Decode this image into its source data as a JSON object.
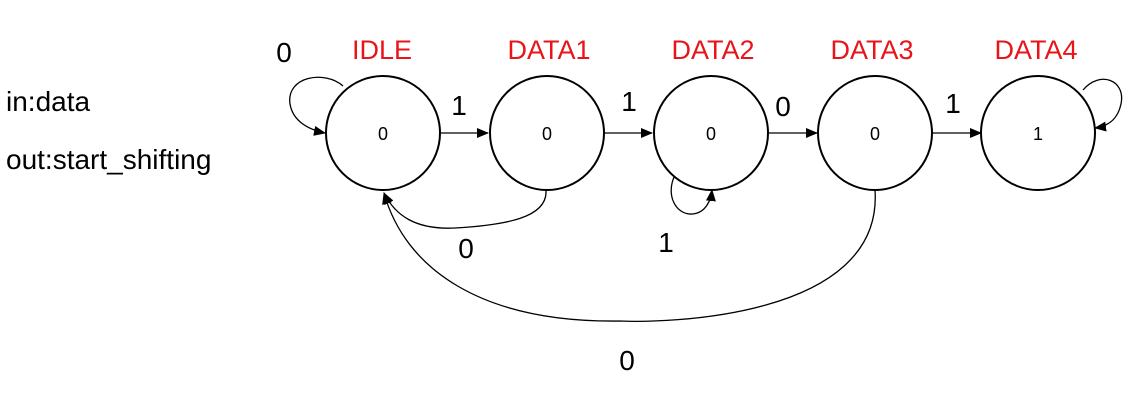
{
  "io": {
    "input_label": "in:data",
    "output_label": "out:start_shifting"
  },
  "colors": {
    "state_name": "#e8141a",
    "line": "#000000",
    "background": "#ffffff"
  },
  "states": [
    {
      "id": "IDLE",
      "name": "IDLE",
      "output": "0"
    },
    {
      "id": "DATA1",
      "name": "DATA1",
      "output": "0"
    },
    {
      "id": "DATA2",
      "name": "DATA2",
      "output": "0"
    },
    {
      "id": "DATA3",
      "name": "DATA3",
      "output": "0"
    },
    {
      "id": "DATA4",
      "name": "DATA4",
      "output": "1"
    }
  ],
  "transitions": [
    {
      "from": "IDLE",
      "to": "IDLE",
      "label": "0"
    },
    {
      "from": "IDLE",
      "to": "DATA1",
      "label": "1"
    },
    {
      "from": "DATA1",
      "to": "DATA2",
      "label": "1"
    },
    {
      "from": "DATA1",
      "to": "IDLE",
      "label": "0"
    },
    {
      "from": "DATA2",
      "to": "DATA3",
      "label": "0"
    },
    {
      "from": "DATA2",
      "to": "DATA2",
      "label": "1"
    },
    {
      "from": "DATA3",
      "to": "DATA4",
      "label": "1"
    },
    {
      "from": "DATA3",
      "to": "IDLE",
      "label": "0"
    },
    {
      "from": "DATA4",
      "to": "DATA4",
      "label": ""
    }
  ]
}
